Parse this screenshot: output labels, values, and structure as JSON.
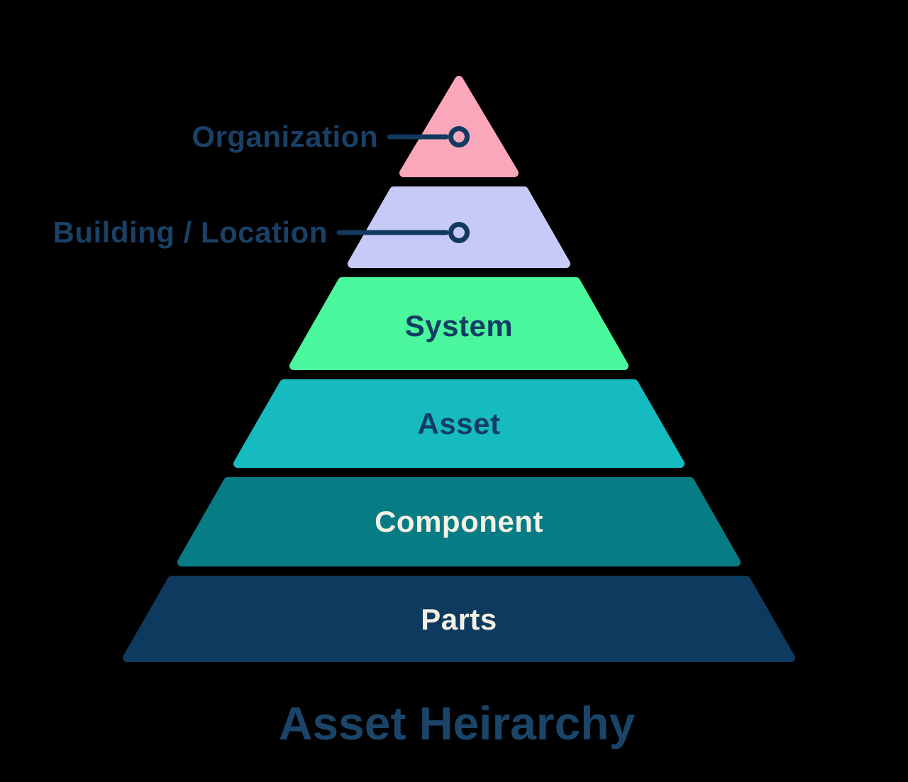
{
  "title": {
    "text": "Asset Heirarchy",
    "color": "#1A4569"
  },
  "canvas": {
    "background": "#000000"
  },
  "connector": {
    "color": "#12395E"
  },
  "levels": [
    {
      "label": "Organization",
      "fill": "#FAA6BB",
      "label_placement": "outside-left",
      "label_color": "#1A4066"
    },
    {
      "label": "Building / Location",
      "fill": "#C7CAF6",
      "label_placement": "outside-left",
      "label_color": "#1A4066"
    },
    {
      "label": "System",
      "fill": "#4BF79C",
      "label_placement": "inside",
      "label_color": "#143D63"
    },
    {
      "label": "Asset",
      "fill": "#16BBBF",
      "label_placement": "inside",
      "label_color": "#143D63"
    },
    {
      "label": "Component",
      "fill": "#077C84",
      "label_placement": "inside",
      "label_color": "#F4F1E4"
    },
    {
      "label": "Parts",
      "fill": "#0D3A5E",
      "label_placement": "inside",
      "label_color": "#F4F1E4"
    }
  ]
}
